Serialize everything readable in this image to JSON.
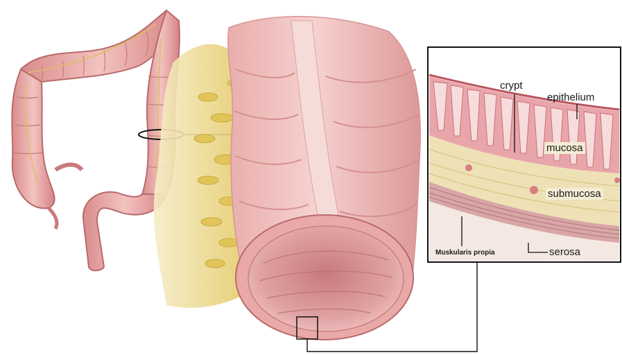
{
  "labels": {
    "crypt": "crypt",
    "epithelium": "epithelium",
    "mucosa": "mucosa",
    "submucosa": "submucosa",
    "muscularis": "Muskularis propia",
    "serosa": "serosa"
  },
  "colors": {
    "tissue_light": "#f2c1bf",
    "tissue_mid": "#e29a98",
    "tissue_dark": "#b86a6c",
    "fat_yellow": "#e8d27a",
    "fat_light": "#f3e6a8",
    "submucosa_tan": "#eee1b6",
    "muscle_pink": "#d8a6a6",
    "outline": "#1a1a1a"
  }
}
